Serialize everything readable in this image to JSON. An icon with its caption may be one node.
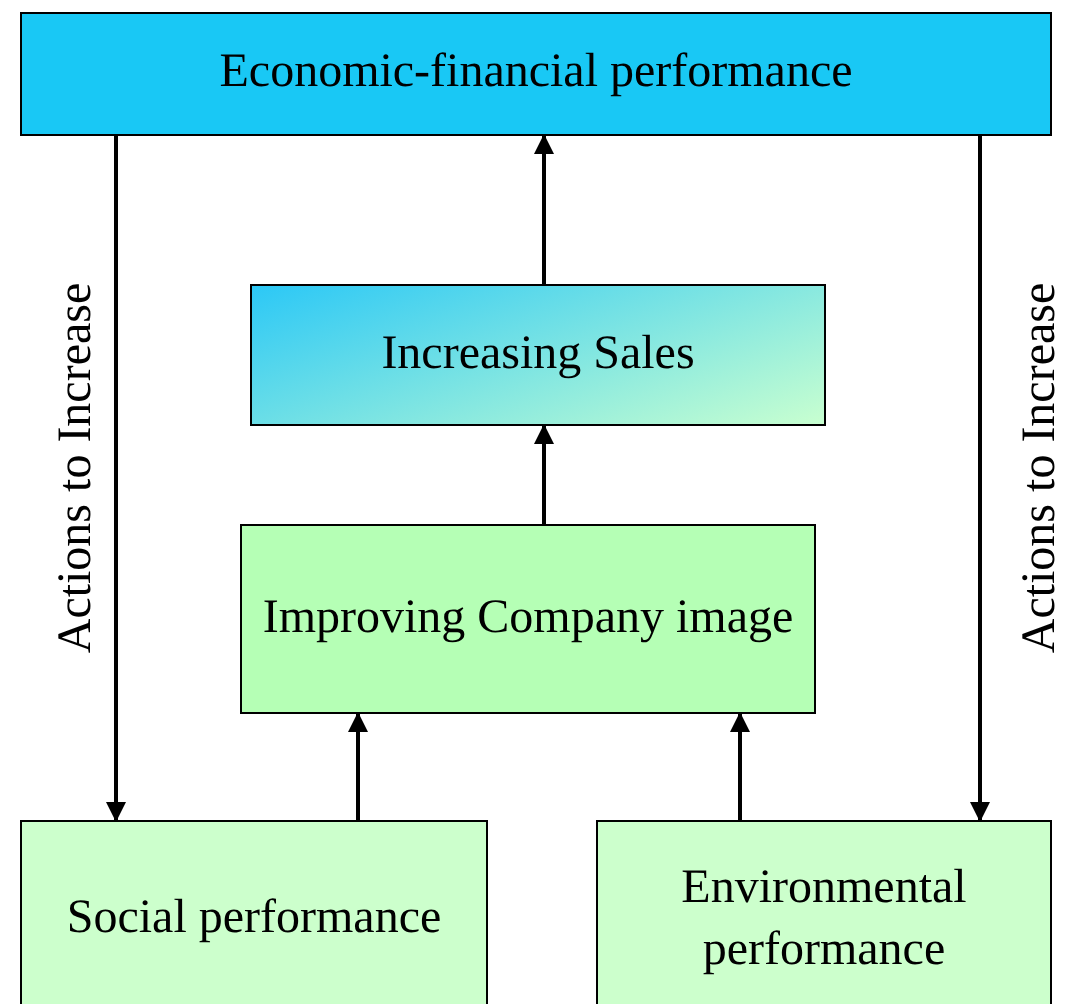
{
  "diagram": {
    "nodes": [
      {
        "text": [
          "Economic-financial performance"
        ]
      },
      {
        "text": [
          "Increasing Sales"
        ]
      },
      {
        "text": [
          "Improving Company image"
        ]
      },
      {
        "text": [
          "Social performance"
        ]
      },
      {
        "text": [
          "Environmental performance"
        ]
      }
    ],
    "edges": [
      {
        "from": 2,
        "to": 1,
        "arrow": "to"
      },
      {
        "from": 1,
        "to": 0,
        "arrow": "to"
      },
      {
        "from": 3,
        "to": 2,
        "arrow": "to"
      },
      {
        "from": 4,
        "to": 2,
        "arrow": "to"
      },
      {
        "from": 0,
        "to": 3,
        "arrow": "to",
        "label": "Actions to Increase"
      },
      {
        "from": 0,
        "to": 4,
        "arrow": "to",
        "label": "Actions to Increase"
      }
    ]
  }
}
